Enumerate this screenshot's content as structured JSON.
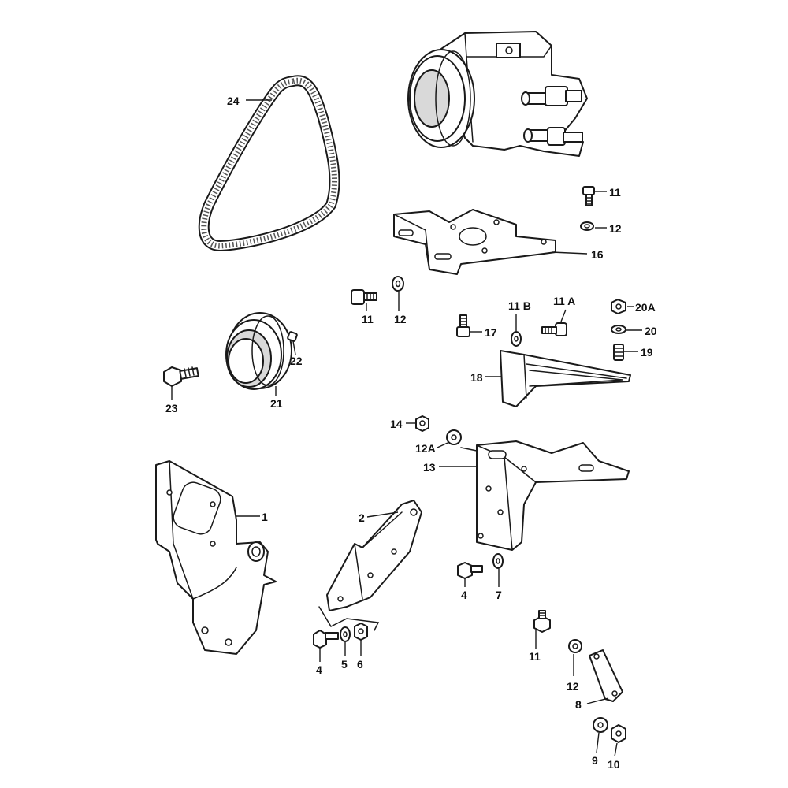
{
  "callouts": {
    "c24": "24",
    "c11_top": "11",
    "c12_top": "12",
    "c16": "16",
    "c11_mid": "11",
    "c12_mid": "12",
    "c11b": "11 B",
    "c11a": "11 A",
    "c20a": "20A",
    "c20": "20",
    "c17": "17",
    "c19": "19",
    "c22": "22",
    "c18": "18",
    "c23": "23",
    "c21": "21",
    "c14": "14",
    "c12a": "12A",
    "c13": "13",
    "c1": "1",
    "c2": "2",
    "c4_right": "4",
    "c7": "7",
    "c11_low": "11",
    "c4_left": "4",
    "c5": "5",
    "c6": "6",
    "c12_low": "12",
    "c8": "8",
    "c9": "9",
    "c10": "10"
  }
}
